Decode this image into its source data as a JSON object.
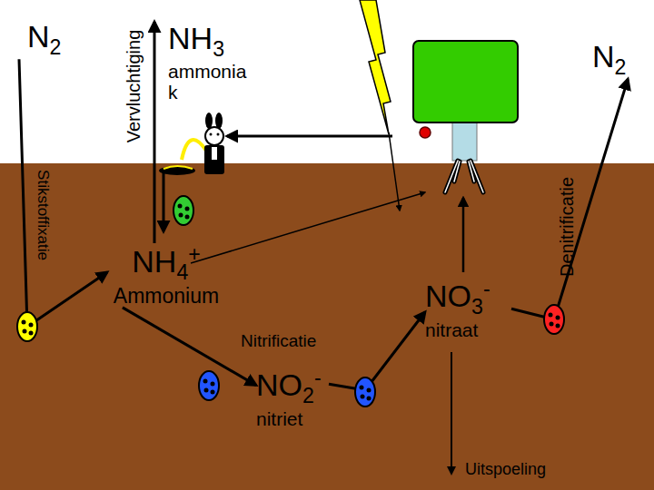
{
  "diagram": {
    "nodes": [
      {
        "text": [
          "N2"
        ]
      },
      {
        "text": [
          "NH3",
          "ammonia k"
        ]
      },
      {
        "text": [
          "N2"
        ]
      },
      {
        "text": [
          "NH4+",
          "Ammonium"
        ]
      },
      {
        "text": [
          "NO3-",
          "nitraat"
        ]
      },
      {
        "text": [
          "NO2-",
          "nitriet"
        ]
      }
    ],
    "edges": [
      {
        "from": 0,
        "to": 3,
        "label": "Stikstoffixatie",
        "arrow": "to"
      },
      {
        "from": 3,
        "to": 1,
        "label": "Vervluchtiging",
        "arrow": "to"
      },
      {
        "from": 3,
        "to": 5,
        "arrow": "to"
      },
      {
        "from": 5,
        "to": 4,
        "arrow": "to"
      },
      {
        "from": 4,
        "to": 2,
        "label": "Denitrificatie",
        "arrow": "to"
      }
    ],
    "labels": [
      "Nitrificatie",
      "Uitspoeling"
    ]
  }
}
